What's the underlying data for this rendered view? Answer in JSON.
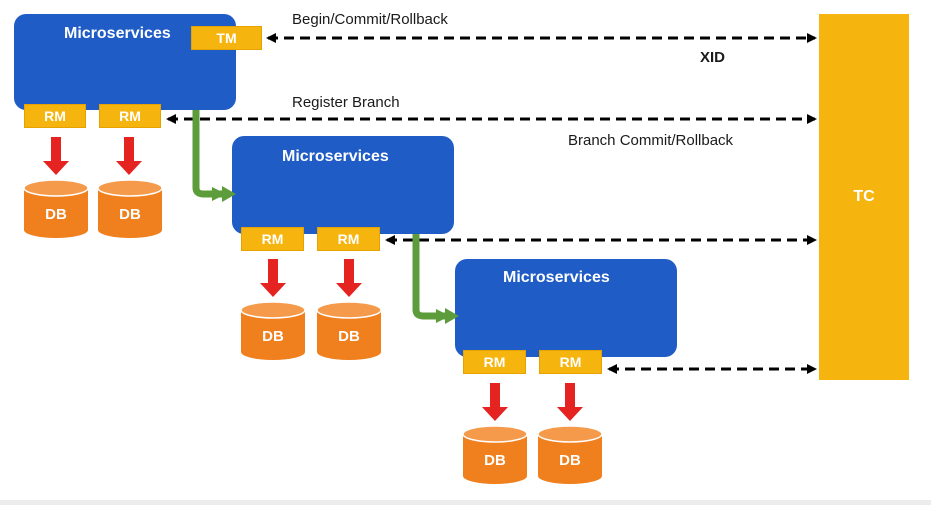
{
  "labels": {
    "begin_commit_rollback": "Begin/Commit/Rollback",
    "xid": "XID",
    "register_branch": "Register Branch",
    "branch_commit_rollback": "Branch Commit/Rollback"
  },
  "tc": {
    "label": "TC"
  },
  "services": [
    {
      "title": "Microservices",
      "tm": "TM",
      "rms": [
        "RM",
        "RM"
      ],
      "dbs": [
        "DB",
        "DB"
      ]
    },
    {
      "title": "Microservices",
      "rms": [
        "RM",
        "RM"
      ],
      "dbs": [
        "DB",
        "DB"
      ]
    },
    {
      "title": "Microservices",
      "rms": [
        "RM",
        "RM"
      ],
      "dbs": [
        "DB",
        "DB"
      ]
    }
  ],
  "colors": {
    "service_box": "#1f5cc5",
    "rm_tm_tag": "#f6b40f",
    "tc_box": "#f6b40f",
    "db_cylinder": "#f07f1d",
    "red_arrow": "#e52421",
    "green_arrow": "#5c9c3a",
    "dashed_arrow": "#000000"
  }
}
